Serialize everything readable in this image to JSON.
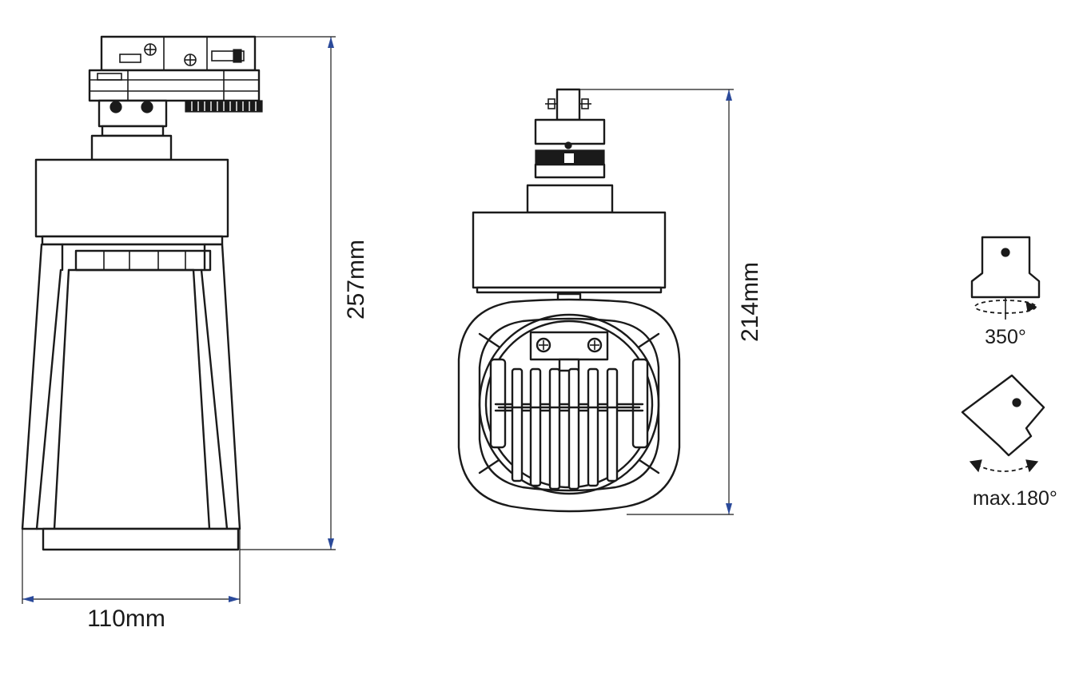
{
  "dimensions": {
    "height_side": "257mm",
    "height_front": "214mm",
    "width_side": "110mm"
  },
  "rotation": {
    "horizontal": "350°",
    "tilt": "max.180°"
  },
  "colors": {
    "line": "#1a1a1a",
    "dimension_arrow": "#2b4a9a"
  }
}
